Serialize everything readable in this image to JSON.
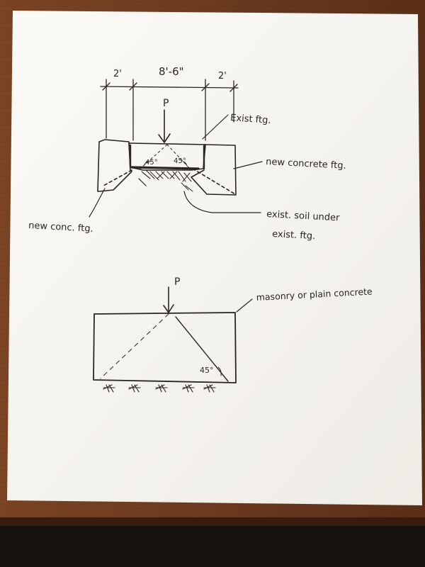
{
  "colors": {
    "wood_table": "#6b3a1f",
    "wood_table_dark": "#4b2412",
    "paper": "#f7f5f1",
    "ink": "#2a2522",
    "floor": "#161310"
  },
  "diagram_top": {
    "dim_left": "2'",
    "dim_middle": "8'-6\"",
    "dim_right": "2'",
    "load": "P",
    "angle_left": "45°",
    "angle_right": "45°",
    "callout_existing_footing": "Exist ftg.",
    "callout_new_concrete_footing": "new concrete ftg.",
    "callout_new_conc_footing": "new conc. ftg.",
    "callout_soil_line1": "exist. soil under",
    "callout_soil_line2": "exist. ftg."
  },
  "diagram_bottom": {
    "load": "P",
    "callout_material": "masonry or plain concrete",
    "angle": "45°"
  }
}
